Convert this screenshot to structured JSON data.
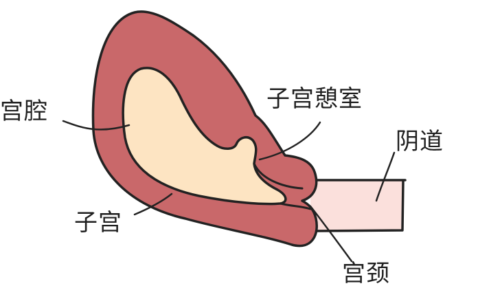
{
  "labels": {
    "uterine_cavity": "宫腔",
    "endometrial_polyp": "子宫憩室",
    "vagina": "阴道",
    "uterus": "子宫",
    "cervix": "宫颈"
  },
  "colors": {
    "uterus_wall": "#c9686a",
    "cavity": "#fde4c2",
    "vagina": "#fbe0dc",
    "outline": "#222222",
    "text": "#1f1f1f"
  }
}
